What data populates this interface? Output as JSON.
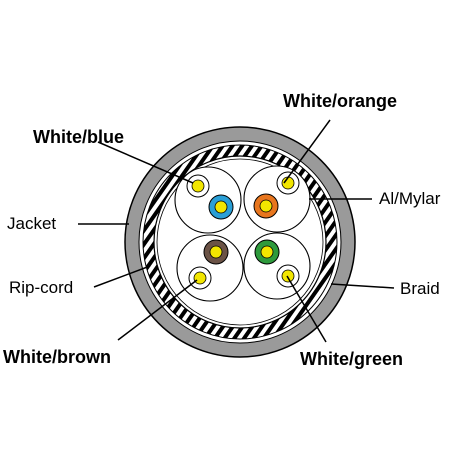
{
  "diagram": {
    "labels": {
      "white_blue": "White/blue",
      "white_orange": "White/orange",
      "jacket": "Jacket",
      "al_mylar": "Al/Mylar",
      "rip_cord": "Rip-cord",
      "braid": "Braid",
      "white_brown": "White/brown",
      "white_green": "White/green"
    },
    "pairs": [
      {
        "name": "blue pair",
        "colored_wire": "#2a9fd6",
        "white_wire": "#f2e600"
      },
      {
        "name": "orange pair",
        "colored_wire": "#e8761e",
        "white_wire": "#f2e600"
      },
      {
        "name": "brown pair",
        "colored_wire": "#6b5346",
        "white_wire": "#f2e600"
      },
      {
        "name": "green pair",
        "colored_wire": "#2e9a3c",
        "white_wire": "#f2e600"
      }
    ],
    "colors": {
      "jacket": "#9a9a9a",
      "line": "#000000",
      "conductor_core": "#f2e600"
    }
  }
}
